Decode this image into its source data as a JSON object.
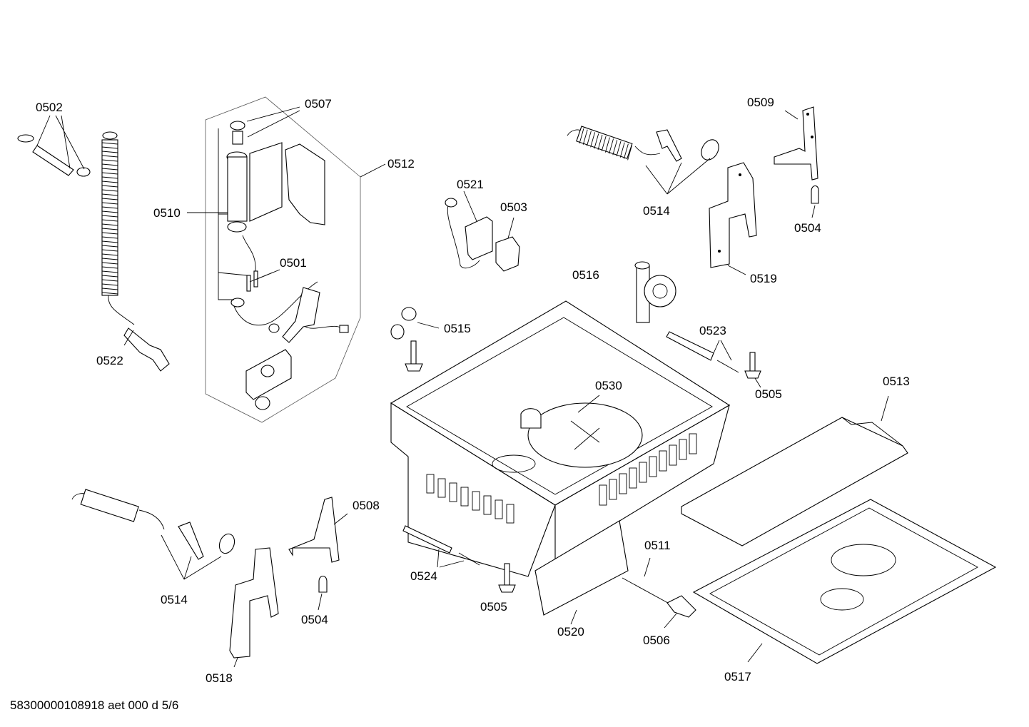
{
  "callouts": [
    "0502",
    "0507",
    "0512",
    "0510",
    "0501",
    "0522",
    "0521",
    "0503",
    "0514",
    "0509",
    "0504",
    "0519",
    "0516",
    "0515",
    "0523",
    "0505",
    "0530",
    "0513",
    "0508",
    "0524",
    "0511",
    "0506",
    "0520",
    "0517",
    "0518"
  ],
  "footer": {
    "document_code": "58300000108918 aet 000 d 5/6"
  }
}
